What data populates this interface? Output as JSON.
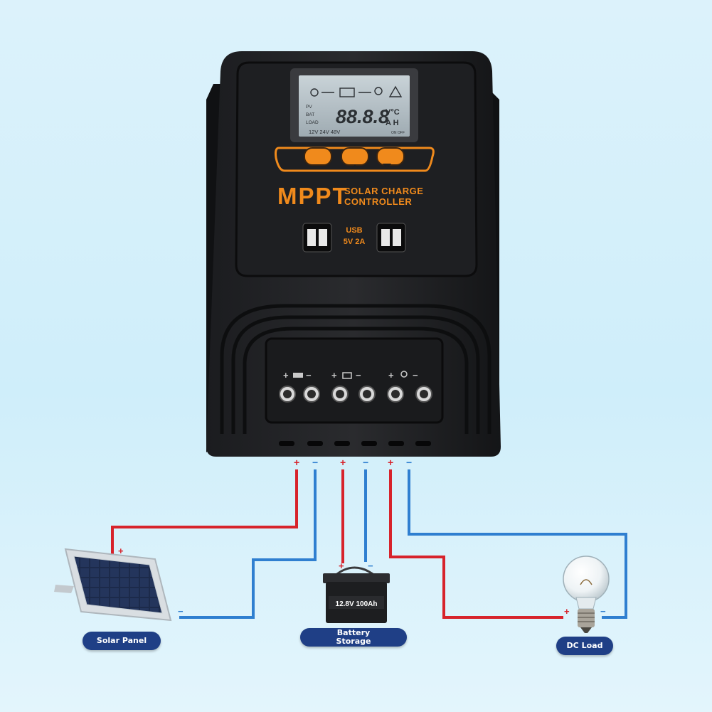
{
  "controller": {
    "brand": "MPPT",
    "title_line1": "SOLAR CHARGE",
    "title_line2": "CONTROLLER",
    "usb_line1": "USB",
    "usb_line2": "5V 2A",
    "lcd": {
      "row_labels": [
        "PV",
        "BAT",
        "LOAD"
      ],
      "digits": "88.8.8",
      "unit_top": "V°C",
      "unit_bottom": "A H",
      "voltages": "12V 24V 48V",
      "on_off": "ON OFF"
    },
    "terminal_signs": [
      "+",
      "−",
      "+",
      "−",
      "+",
      "−"
    ]
  },
  "wire_signs": [
    "+",
    "−",
    "+",
    "−",
    "+",
    "−"
  ],
  "components": {
    "solar_panel": {
      "label": "Solar Panel",
      "plus": "+",
      "minus": "−"
    },
    "battery": {
      "label_line1": "Battery",
      "label_line2": "Storage",
      "rating": "12.8V 100Ah",
      "plus": "+",
      "minus": "−"
    },
    "dc_load": {
      "label": "DC Load",
      "plus": "+",
      "minus": "−"
    }
  },
  "colors": {
    "positive_wire": "#d7232b",
    "negative_wire": "#2f7fd0",
    "accent": "#f08a1c",
    "label_bg": "#1f3f86"
  }
}
